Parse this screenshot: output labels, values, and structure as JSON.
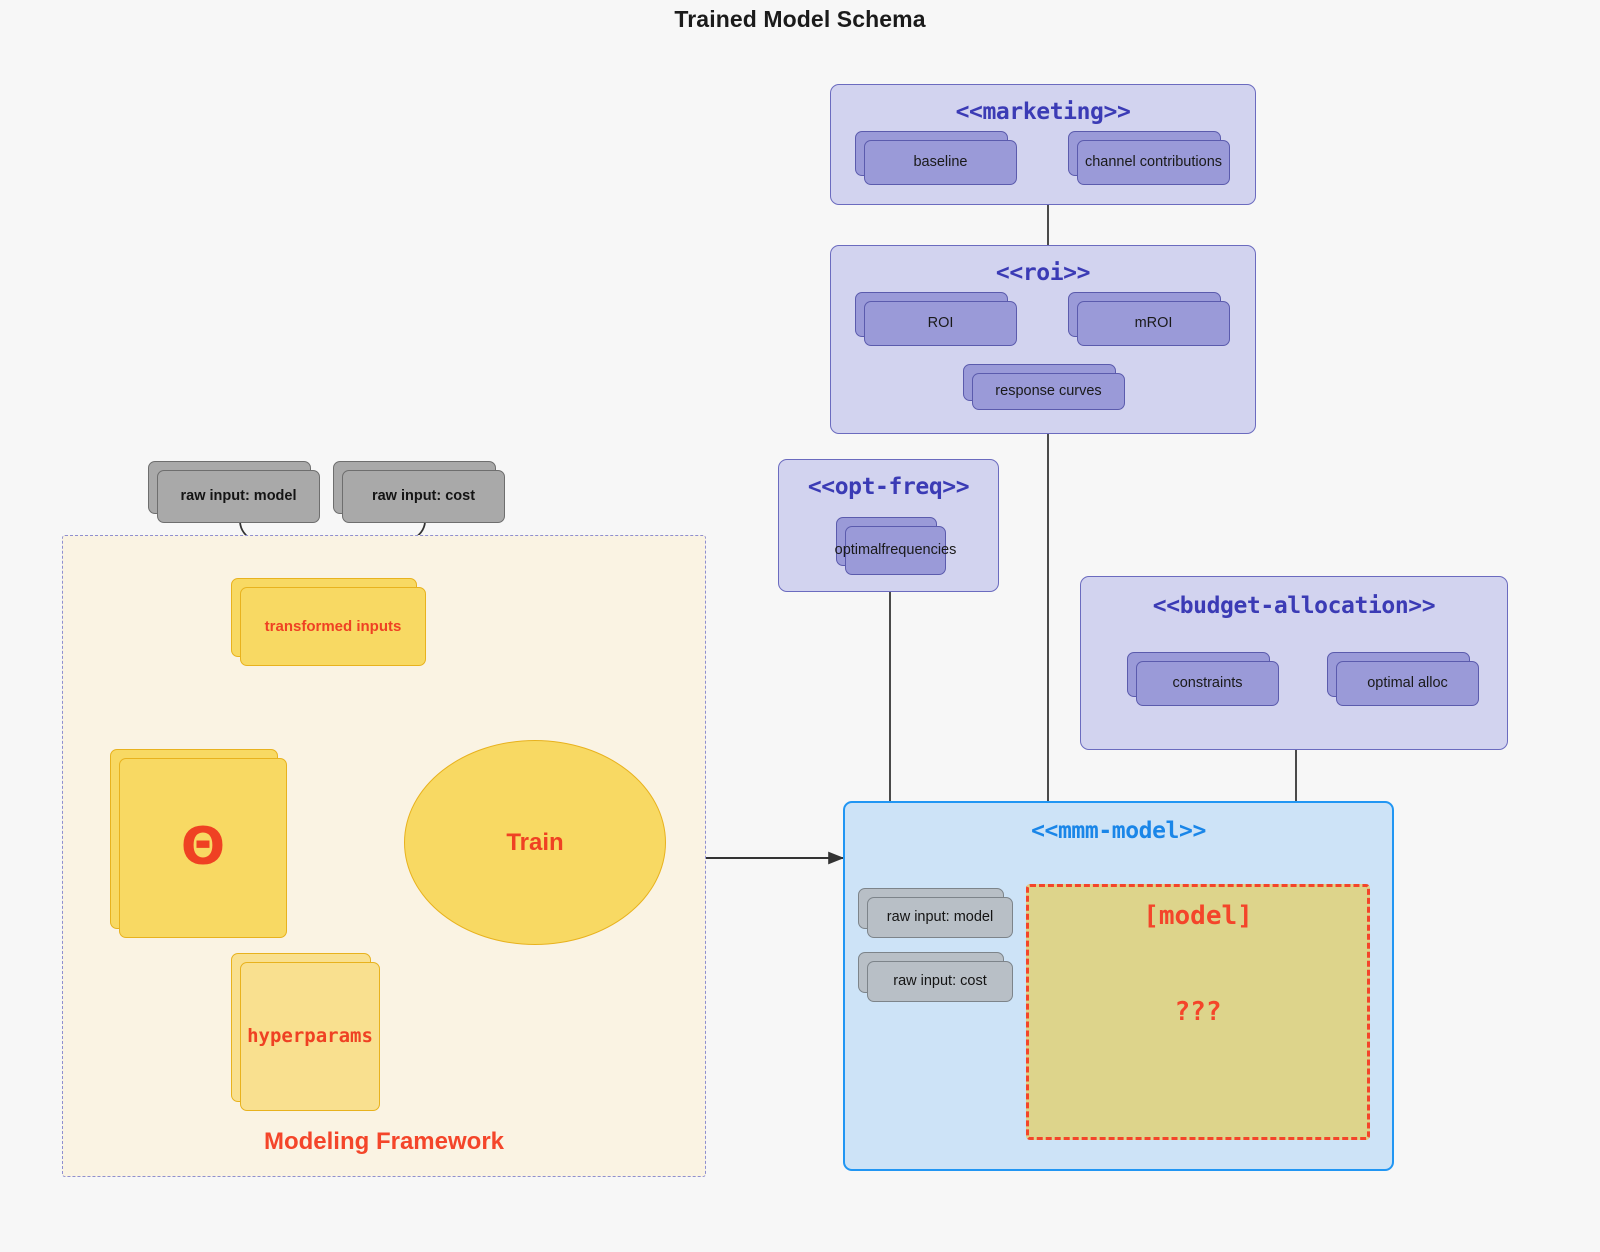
{
  "title": "Trained Model Schema",
  "packages": {
    "marketing": {
      "title": "<<marketing>>",
      "nodes": [
        {
          "label": "baseline"
        },
        {
          "label": "channel contributions"
        }
      ]
    },
    "roi": {
      "title": "<<roi>>",
      "nodes": [
        {
          "label": "ROI"
        },
        {
          "label": "mROI"
        },
        {
          "label": "response curves"
        }
      ]
    },
    "opt_freq": {
      "title": "<<opt-freq>>",
      "nodes": [
        {
          "label": "optimal\nfrequencies",
          "line1": "optimal",
          "line2": "frequencies"
        }
      ]
    },
    "budget_allocation": {
      "title": "<<budget-allocation>>",
      "nodes": [
        {
          "label": "constraints"
        },
        {
          "label": "optimal alloc"
        }
      ]
    },
    "mmm_model": {
      "title": "<<mmm-model>>",
      "nodes": [
        {
          "label": "raw input: model"
        },
        {
          "label": "raw input: cost"
        }
      ],
      "model_placeholder": {
        "title": "[model]",
        "subtitle": "???"
      }
    }
  },
  "framework": {
    "label": "Modeling Framework",
    "raw_inputs": [
      {
        "label": "raw input: model"
      },
      {
        "label": "raw input: cost"
      }
    ],
    "transformed_inputs": {
      "label": "transformed inputs"
    },
    "theta": {
      "label": "Θ"
    },
    "hyperparams": {
      "label": "hyperparams"
    },
    "train": {
      "label": "Train"
    }
  },
  "colors": {
    "background": "#f7f7f7",
    "package_purple_fill": "#d2d3ef",
    "package_purple_stroke": "#6b6bbf",
    "node_purple_fill": "#9a9ad8",
    "node_purple_stroke": "#5b5bad",
    "package_blue_fill": "#cde3f7",
    "package_blue_stroke": "#2196f3",
    "package_title_purple": "#3b3bb5",
    "package_title_blue": "#1a86e8",
    "framework_fill": "#faf3e3",
    "framework_stroke": "#8f8fd0",
    "gold_fill": "#f8d963",
    "gold_pale_fill": "#f9e08f",
    "gold_stroke": "#e8b21e",
    "accent_red": "#ef4123",
    "grey_fill": "#a9a9a9",
    "grey_stroke": "#6e6e6e",
    "grey_soft_fill": "#b8bfc6",
    "model_placeholder_fill": "#ddd48b",
    "connector_grey": "#4a4a4a"
  }
}
